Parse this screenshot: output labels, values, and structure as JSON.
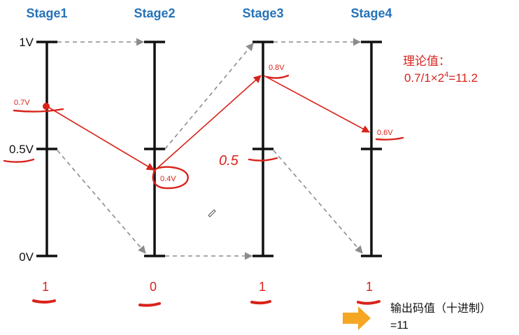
{
  "stages": [
    "Stage1",
    "Stage2",
    "Stage3",
    "Stage4"
  ],
  "y_labels": {
    "top": "1V",
    "mid": "0.5V",
    "bottom": "0V"
  },
  "points": [
    "0.7V",
    "0.4V",
    "0.8V",
    "0.6V"
  ],
  "bits": [
    "1",
    "0",
    "1",
    "1"
  ],
  "handwritten_note": "0.5",
  "theory": {
    "line1": "理论值：",
    "line2_prefix": "0.7/1×2",
    "line2_exp": "4",
    "line2_suffix": "=11.2"
  },
  "output": {
    "line1": "输出码值（十进制）",
    "line2": "=11"
  },
  "colors": {
    "stage_title": "#2472b8",
    "signal_red": "#d9221a",
    "axis": "#111111",
    "dashed": "#8c8c8c",
    "arrow": "#f5a623"
  }
}
